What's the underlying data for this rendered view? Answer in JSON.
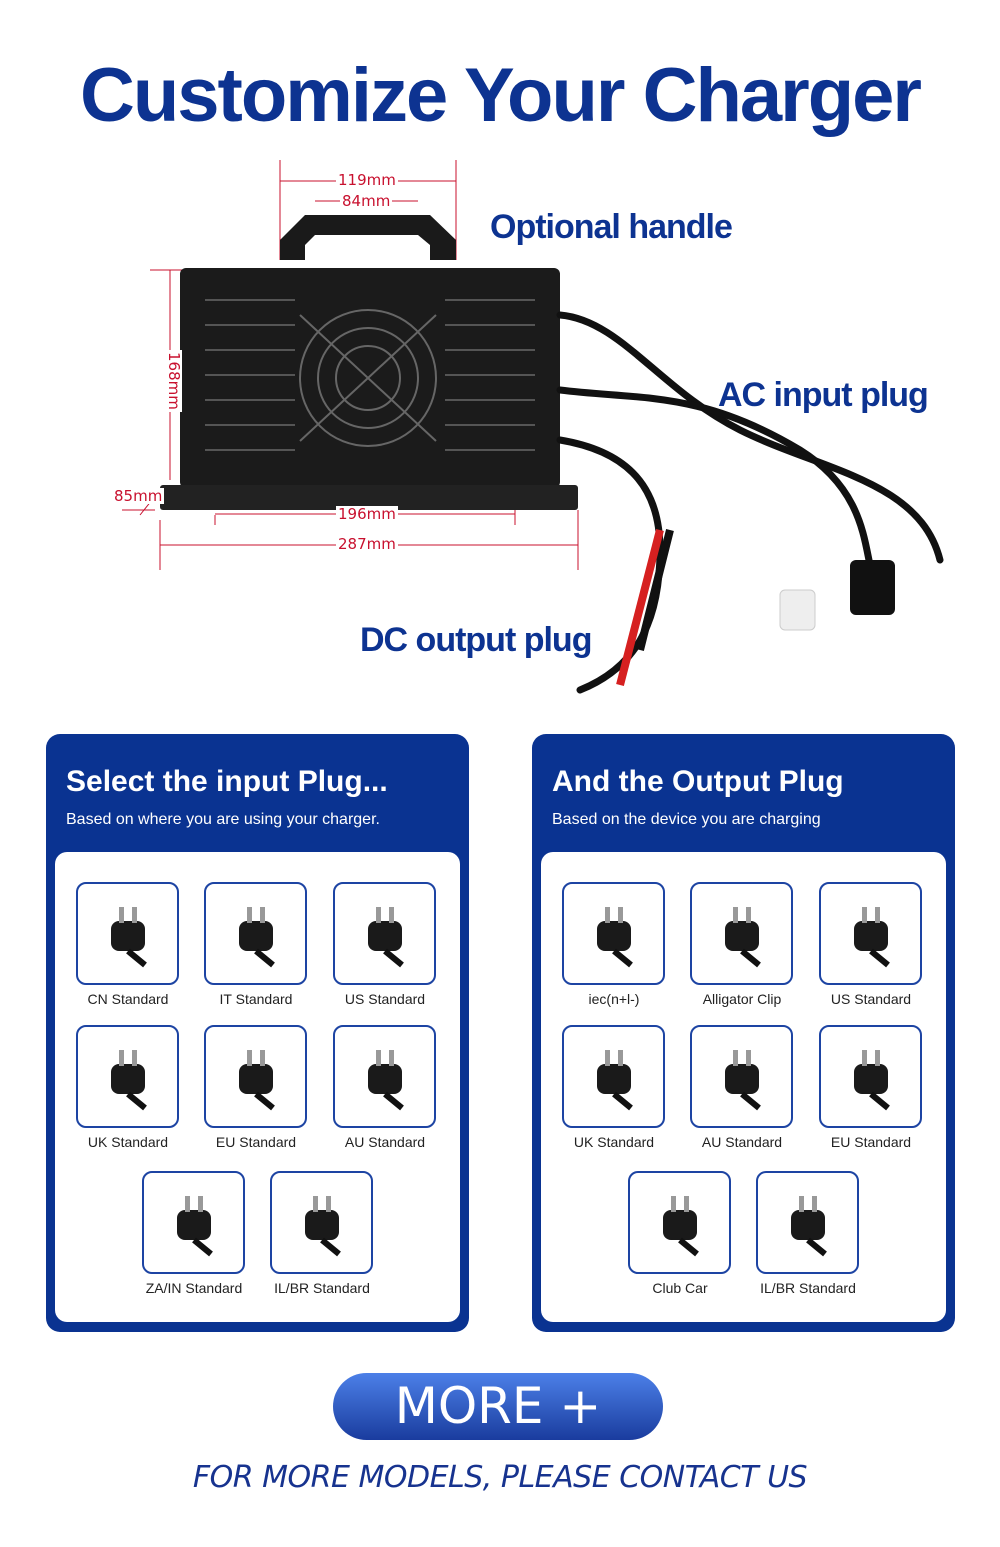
{
  "title": "Customize Your Charger",
  "callouts": {
    "handle": "Optional handle",
    "ac": "AC input plug",
    "dc": "DC output plug"
  },
  "dimensions": {
    "handle_outer": "119mm",
    "handle_inner": "84mm",
    "height": "168mm",
    "depth": "85mm",
    "base_inner": "196mm",
    "base_outer": "287mm"
  },
  "colors": {
    "brand_blue": "#0a3391",
    "dimension_red": "#c8102e",
    "tile_border": "#1d44a3"
  },
  "input_panel": {
    "title": "Select the input Plug...",
    "subtitle": "Based on where you are using your charger.",
    "items": [
      {
        "label": "CN Standard"
      },
      {
        "label": "IT Standard"
      },
      {
        "label": "US Standard"
      },
      {
        "label": "UK Standard"
      },
      {
        "label": "EU Standard"
      },
      {
        "label": "AU Standard"
      },
      {
        "label": "ZA/IN Standard"
      },
      {
        "label": "IL/BR Standard"
      }
    ]
  },
  "output_panel": {
    "title": "And the Output Plug",
    "subtitle": "Based on the device you are charging",
    "items": [
      {
        "label": "iec(n+l-)"
      },
      {
        "label": "Alligator Clip"
      },
      {
        "label": "US Standard"
      },
      {
        "label": "UK Standard"
      },
      {
        "label": "AU Standard"
      },
      {
        "label": "EU Standard"
      },
      {
        "label": "Club Car"
      },
      {
        "label": "IL/BR Standard"
      }
    ]
  },
  "more_button": "MORE +",
  "footer": "FOR MORE MODELS, PLEASE CONTACT US"
}
